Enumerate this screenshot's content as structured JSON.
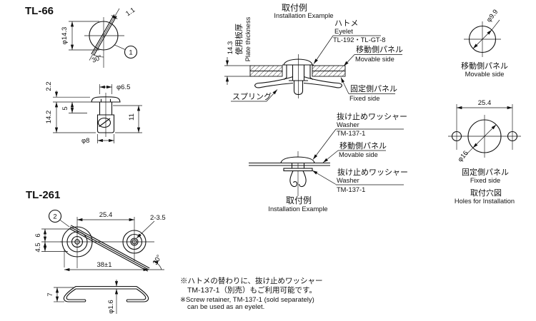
{
  "tl66": {
    "title": "TL-66",
    "balloon": "1",
    "top": {
      "dia": "φ14.3",
      "slot": "1.1",
      "angle": "30°"
    },
    "side": {
      "head_h": "2.2",
      "head_dia": "φ6.5",
      "neck": "5",
      "total": "14.2",
      "body_h": "11",
      "body_dia": "φ8"
    }
  },
  "tl261": {
    "title": "TL-261",
    "balloon": "2",
    "top": {
      "pitch": "25.4",
      "holes": "2-3.5",
      "upper": "6",
      "lower": "4.5",
      "length": "38±1",
      "angle": "30°"
    },
    "side": {
      "height": "7",
      "wire": "φ1.6"
    }
  },
  "install1": {
    "title_jp": "取付例",
    "title_en": "Installation Example",
    "thickness": "14.3",
    "thickness_jp": "使用板厚",
    "thickness_en": "Plate thickness",
    "eyelet_jp": "ハトメ",
    "eyelet_en": "Eyelet",
    "eyelet_model": "TL-192・TL-GT-8",
    "movable_jp": "移動側パネル",
    "movable_en": "Movable side",
    "fixed_jp": "固定側パネル",
    "fixed_en": "Fixed side",
    "spring_jp": "スプリング"
  },
  "install2": {
    "washer_jp": "抜け止めワッシャー",
    "washer_en": "Washer",
    "washer_model": "TM-137-1",
    "movable_jp": "移動側パネル",
    "movable_en": "Movable side",
    "washer2_jp": "抜け止めワッシャー",
    "washer2_en": "Washer",
    "washer2_model": "TM-137-1",
    "caption_jp": "取付例",
    "caption_en": "Installation Example"
  },
  "holes": {
    "movable_dia": "φ9.9",
    "movable_jp": "移動側パネル",
    "movable_en": "Movable side",
    "pitch": "25.4",
    "fixed_dia": "φ16",
    "fixed_jp": "固定側パネル",
    "fixed_en": "Fixed side",
    "caption_jp": "取付穴図",
    "caption_en": "Holes for Installation"
  },
  "notes": {
    "jp1": "※ハトメの替わりに、抜け止めワッシャー",
    "jp2": "TM-137-1（別売）もご利用可能です。",
    "en1": "※Screw retainer, TM-137-1 (sold separately)",
    "en2": "can be used as an eyelet."
  }
}
